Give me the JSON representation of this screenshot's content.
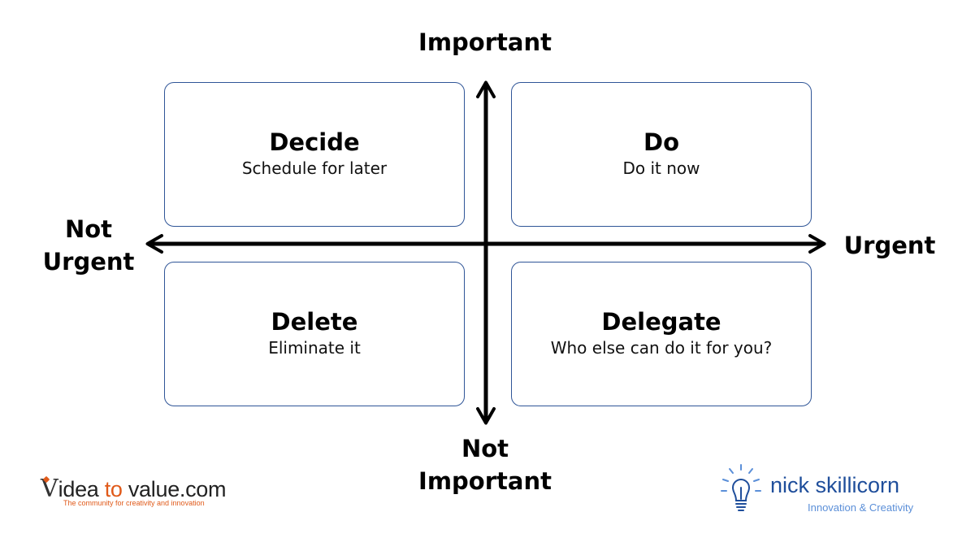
{
  "quadrants": {
    "top_left": {
      "title": "Decide",
      "subtitle": "Schedule for later"
    },
    "top_right": {
      "title": "Do",
      "subtitle": "Do it now"
    },
    "bottom_left": {
      "title": "Delete",
      "subtitle": "Eliminate it"
    },
    "bottom_right": {
      "title": "Delegate",
      "subtitle": "Who else can do it for you?"
    }
  },
  "axes": {
    "top": "Important",
    "bottom_line1": "Not",
    "bottom_line2": "Important",
    "left_line1": "Not",
    "left_line2": "Urgent",
    "right": "Urgent"
  },
  "logos": {
    "left": {
      "mark": "V",
      "text_part1": "idea ",
      "text_part2": "to",
      "text_part3": " value.com",
      "tagline": "The community for creativity and innovation"
    },
    "right": {
      "name": "nick skillicorn",
      "tagline": "Innovation & Creativity"
    }
  },
  "colors": {
    "box_border": "#2f5597",
    "axis": "#000000",
    "orange_brand": "#e05a1a",
    "blue_brand": "#1f4e9b"
  }
}
